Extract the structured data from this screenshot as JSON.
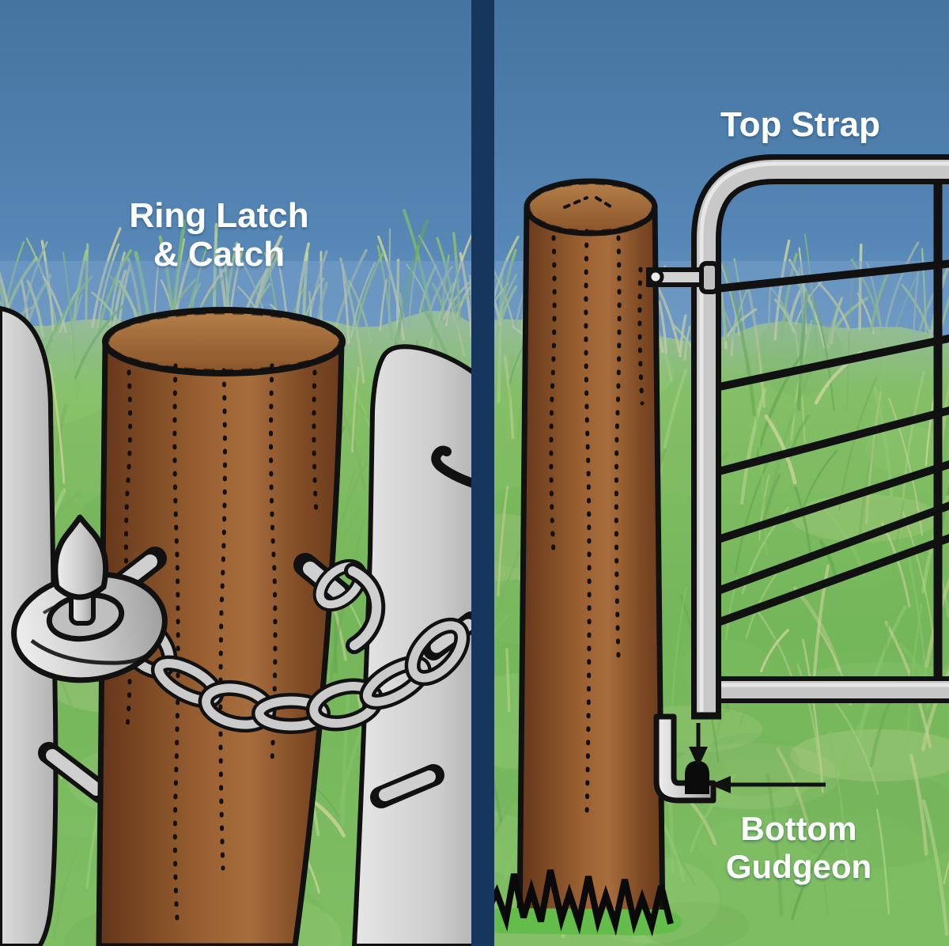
{
  "illustration": {
    "type": "farm-gate-hardware-two-panel-diagram",
    "labels": {
      "left_title_line1": "Ring Latch",
      "left_title_line2": "& Catch",
      "top_strap": "Top Strap",
      "bottom_gudgeon_line1": "Bottom",
      "bottom_gudgeon_line2": "Gudgeon"
    },
    "panels": [
      {
        "id": "left",
        "caption": "Ring Latch & Catch",
        "parts": [
          "gate end post",
          "wooden strainer post",
          "gate frame post",
          "ring latch with pin",
          "chain",
          "catch hook"
        ]
      },
      {
        "id": "right",
        "caption": "Top Strap / Bottom Gudgeon",
        "parts": [
          "wooden hanging post",
          "tubular steel gate",
          "top strap with bolt",
          "bottom gudgeon",
          "gudgeon pin",
          "pointer arrows"
        ]
      }
    ],
    "colors": {
      "sky_top": "#4a7dae",
      "sky_horizon": "#8fb4d8",
      "grass_green": "#7ab35f",
      "divider_navy": "#16365e",
      "wood_brown": "#9a6136",
      "metal_gray": "#c8c8c8",
      "outline_black": "#111111",
      "label_white": "#ffffff"
    }
  }
}
